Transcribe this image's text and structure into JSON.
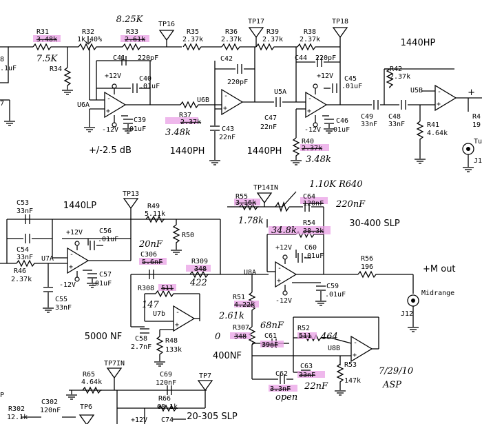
{
  "blocks": {
    "b1440hp": "1440HP",
    "b1440ph_a": "1440PH",
    "b1440ph_b": "1440PH",
    "gain": "+/-2.5 dB",
    "b1440lp": "1440LP",
    "slp30_400": "30-400 SLP",
    "mout": "+M out",
    "nf5000": "5000 NF",
    "nf400": "400NF",
    "slp20_305": "20-305 SLP"
  },
  "testpoints": {
    "tp16": "TP16",
    "tp17": "TP17",
    "tp18": "TP18",
    "tp13": "TP13",
    "tp14in": "TP14IN",
    "tp7in": "TP7IN",
    "tp7": "TP7",
    "tp6": "TP6"
  },
  "refs": {
    "r31": "R31",
    "r32": "R32",
    "r33": "R33",
    "r35": "R35",
    "r36": "R36",
    "r39": "R39",
    "r38": "R38",
    "r34": "R34",
    "r37": "R37",
    "r40": "R40",
    "r42": "R42",
    "r41": "R41",
    "r4x": "R4",
    "c41": "C41",
    "c40": "C40",
    "c39": "C39",
    "c42": "C42",
    "c43": "C43",
    "c47": "C47",
    "c44": "C44",
    "c45": "C45",
    "c46": "C46",
    "c49": "C49",
    "c48": "C48",
    "u6a": "U6A",
    "u6b": "U6B",
    "u5a": "U5A",
    "u5b": "U5B",
    "c53": "C53",
    "c54": "C54",
    "c55": "C55",
    "c56": "C56",
    "c57": "C57",
    "r46": "R46",
    "r49": "R49",
    "r50": "R50",
    "u7a": "U7A",
    "r55": "R55",
    "c64": "C64",
    "r54": "R54",
    "c60": "C60",
    "c59": "C59",
    "r56": "R56",
    "u8a": "U8A",
    "j12": "J12",
    "midrange": "Midrange",
    "c306": "C306",
    "r309": "R309",
    "r308": "R308",
    "u7b": "U7b",
    "c58": "C58",
    "r48": "R48",
    "r51": "R51",
    "r307": "R307",
    "r52": "R52",
    "c61": "C61",
    "u8b": "U8B",
    "c63": "C63",
    "r53": "R53",
    "c62": "C62",
    "r65": "R65",
    "c69": "C69",
    "r66": "R66",
    "c74": "C74",
    "r302": "R302",
    "c302": "C302",
    "j1x": "J1",
    "tux": "Tu"
  },
  "values": {
    "r31": "3.48k",
    "r32": "1k 40%",
    "r33": "2.61k",
    "r35": "2.37k",
    "r36": "2.37k",
    "r39": "2.37k",
    "r38": "2.37k",
    "c41": "220pF",
    "c40": ".01uF",
    "c39": ".01uF",
    "c42": "220pF",
    "c43": "22nF",
    "c47": "22nF",
    "c44": "220pF",
    "c45": ".01uF",
    "c46": ".01uF",
    "r37": "2.37k",
    "r40": "2.37k",
    "c49": "33nF",
    "c48": "33nF",
    "r42": "2.37k",
    "r41": "4.64k",
    "r4x": "19",
    "c53": "33nF",
    "c54": "33nF",
    "c55": "33nF",
    "c56": ".01uF",
    "c57": ".01uF",
    "r46": "2.37k",
    "r49": "5.11k",
    "r55": "3.16k",
    "c64": "120nF",
    "r54": "38.3k",
    "c60": ".01uF",
    "c59": ".01uF",
    "r56": "196",
    "c306": "5.6nF",
    "r309": "348",
    "r308": "511",
    "c58": "2.7nF",
    "r48": "133k",
    "r51": "4.22k",
    "r307": "348",
    "r52": "511",
    "c61": "39nF",
    "c63": "33nF",
    "r53": "147k",
    "c62": "3.3nF",
    "r65": "4.64k",
    "c69": "120nF",
    "r66": "68.1k",
    "r302": "12.1k",
    "c302": "120nF",
    "p12": "+12V",
    "m12": "-12V",
    "left1": "8",
    "left2": ".1uF",
    "left3": "7"
  },
  "handwritten": {
    "r31": "7.5K",
    "r33": "8.25K",
    "r37": "3.48k",
    "r40": "3.48k",
    "r55": "1.78k",
    "r54": "34.8k",
    "c64": "220nF",
    "r640": "1.10K R640",
    "c306": "20nF",
    "r309": "422",
    "r308": "147",
    "r51": "2.61k",
    "r307": "0",
    "c61": "68nF",
    "r52": "464",
    "c63": "22nF",
    "c62": "open",
    "date": "7/29/10",
    "initials": "ASP"
  }
}
